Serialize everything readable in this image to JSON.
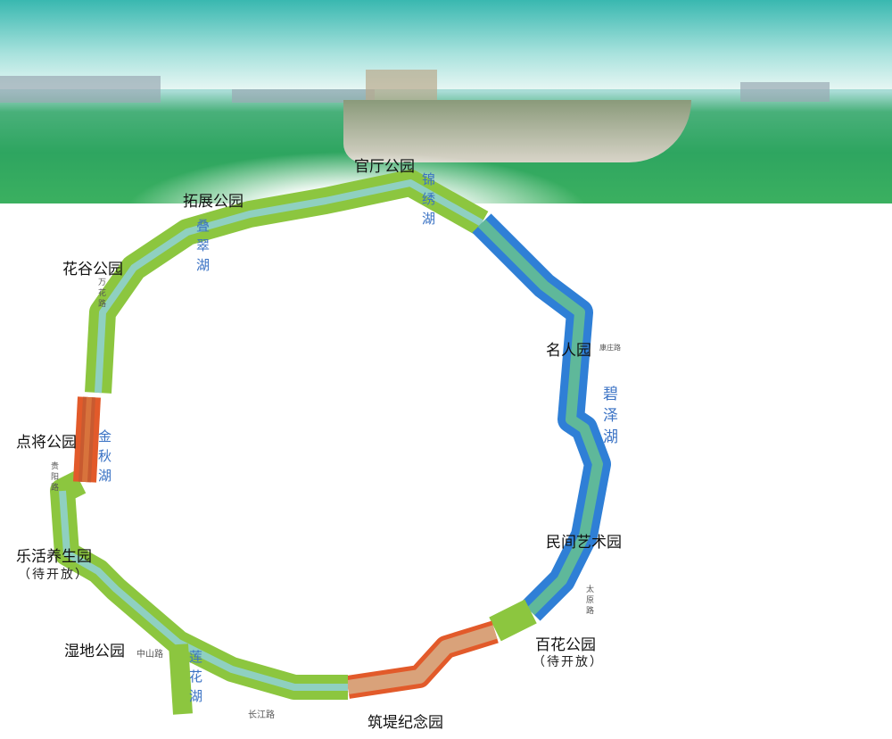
{
  "parks": {
    "guanting": "官厅公园",
    "tuozhan": "拓展公园",
    "huagu": "花谷公园",
    "dianjiang": "点将公园",
    "lehuo": "乐活养生园",
    "lehuo_note": "（待开放）",
    "shidi": "湿地公园",
    "zhudi": "筑堤纪念园",
    "baihua": "百花公园",
    "baihua_note": "（待开放）",
    "minjian": "民间艺术园",
    "mingren": "名人园"
  },
  "lakes": {
    "jinxiu": "锦绣湖",
    "diecui": "叠翠湖",
    "jinqiu": "金秋湖",
    "lianhua": "莲花湖",
    "bize": "碧泽湖"
  },
  "roads": {
    "wanhua": "万花路",
    "guiyang": "贵阳路",
    "zhongshan": "中山路",
    "changjiang": "长江路",
    "taiyuan": "太原路",
    "kangzhuang": "康庄路"
  },
  "colors": {
    "green_segment": "#8cc63f",
    "blue_segment": "#2f7fd6",
    "orange_segment": "#e25a2a",
    "water": "#6fc7c9"
  }
}
